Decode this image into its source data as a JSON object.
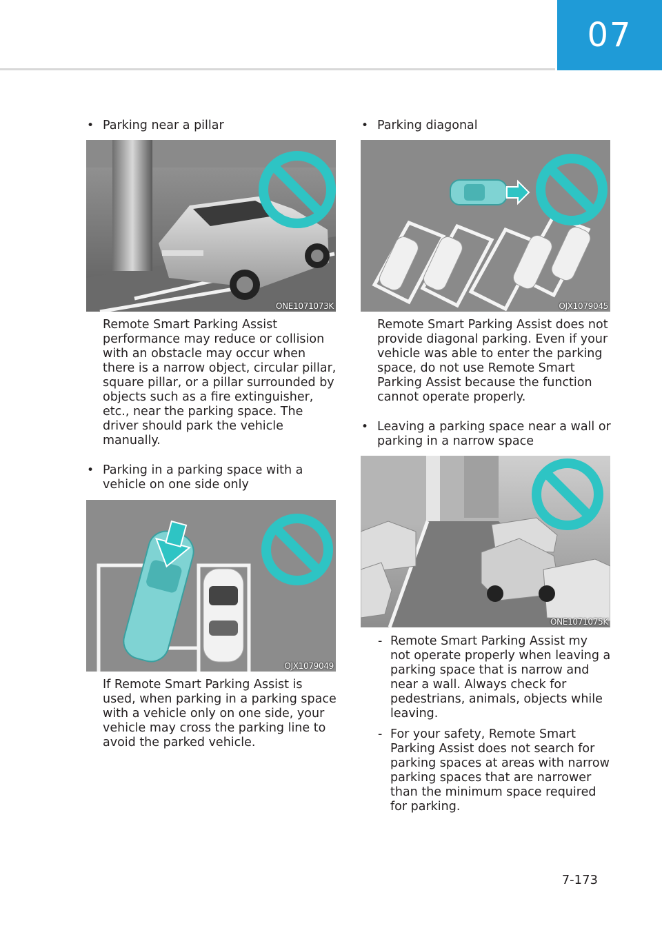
{
  "chapter": "07",
  "page_number": "7-173",
  "left_column": {
    "item1": {
      "bullet": "Parking near a pillar",
      "figure_code": "ONE1071073K",
      "text": "Remote Smart Parking Assist performance may reduce or collision with an obstacle may occur when there is a narrow object, circular pillar, square pillar, or a pillar surrounded by objects such as a fire extinguisher, etc., near the parking space. The driver should park the vehicle manually."
    },
    "item2": {
      "bullet": "Parking in a parking space with a vehicle on one side only",
      "figure_code": "OJX1079049",
      "text": "If Remote Smart Parking Assist is used, when parking in a parking space with a vehicle only on one side, your vehicle may cross the parking line to avoid the parked vehicle."
    }
  },
  "right_column": {
    "item1": {
      "bullet": "Parking diagonal",
      "figure_code": "OJX1079045",
      "text": "Remote Smart Parking Assist does not provide diagonal parking. Even if your vehicle was able to enter the parking space, do not use Remote Smart Parking Assist because the function cannot operate properly."
    },
    "item2": {
      "bullet": "Leaving a parking space near a wall or parking in a narrow space",
      "figure_code": "ONE1071075K",
      "sub_items": [
        "Remote Smart Parking Assist my not operate properly when leaving a parking space that is narrow and near a wall. Always check for pedestrians, animals, objects while leaving.",
        "For your safety, Remote Smart Parking Assist does not search for parking spaces at areas with narrow parking spaces that are narrower than the minimum space required for parking."
      ]
    }
  },
  "colors": {
    "accent": "#1f9bd7",
    "prohibition": "#2ec4c4",
    "vehicle_highlight": "#7fd3d3"
  }
}
